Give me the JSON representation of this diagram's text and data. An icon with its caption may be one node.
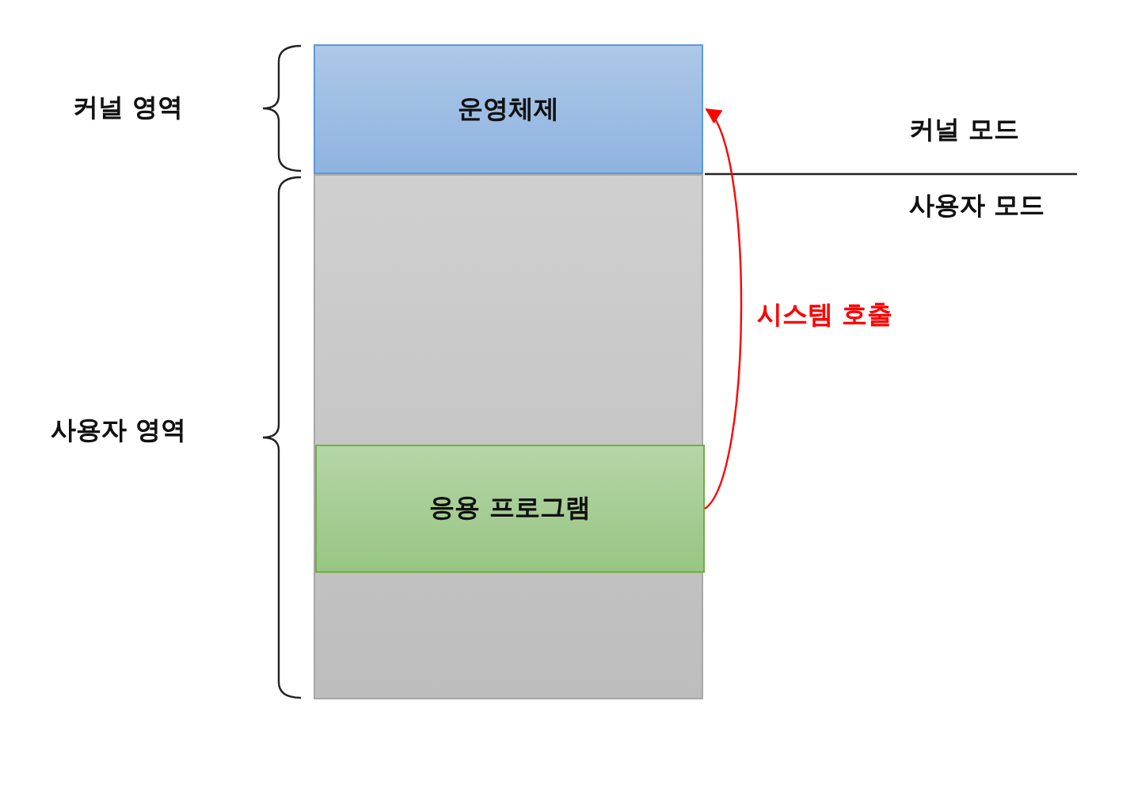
{
  "diagram": {
    "nodes": [
      {
        "text": [
          "운영체제"
        ]
      },
      {
        "text": [],
        "shape": "box"
      },
      {
        "text": [
          "응용 프로그램"
        ],
        "in": 1
      }
    ],
    "edges": [
      {
        "from": 2,
        "to": 0,
        "arrow": "to",
        "label": "시스템 호출",
        "color": "#ff0000"
      }
    ],
    "labels": [
      "커널 영역",
      "커널 모드",
      "사용자 모드",
      "사용자 영역"
    ]
  }
}
